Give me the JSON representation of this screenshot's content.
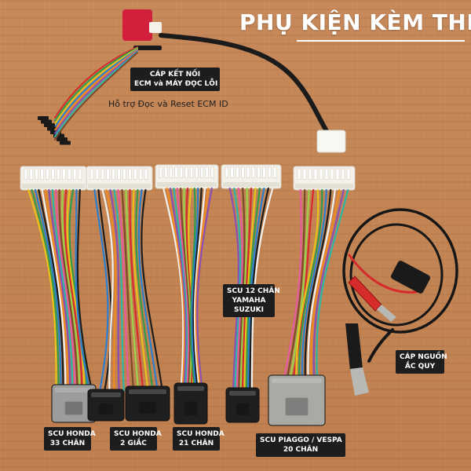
{
  "title": "PHỤ KIỆN KÈM THEO",
  "cable_label": {
    "line1": "CÁP KẾT NỐI",
    "line2": "ECM và MÁY ĐỌC LỖI"
  },
  "cable_note": "Hỗ trợ Đọc và Reset ECM ID",
  "harness_labels": [
    {
      "line1": "SCU HONDA",
      "line2": "33 CHÂN"
    },
    {
      "line1": "SCU HONDA",
      "line2": "2 GIẮC"
    },
    {
      "line1": "SCU HONDA",
      "line2": "21 CHÂN"
    },
    {
      "line1": "SCU 12 CHÂN",
      "line2": "YAMAHA",
      "line3": "SUZUKI"
    },
    {
      "line1": "SCU PIAGGO / VESPA",
      "line2": "20 CHÂN"
    }
  ],
  "power_label": {
    "line1": "CÁP NGUỒN",
    "line2": "ẮC QUY"
  },
  "colors": {
    "background": "#c48554",
    "label_bg": "#1d1d1d",
    "label_text": "#ffffff",
    "red_connector": "#d21f3c",
    "white_connector": "#f3f1ea",
    "black_connector": "#1f1f1f",
    "gray_connector": "#9c9c9a"
  }
}
